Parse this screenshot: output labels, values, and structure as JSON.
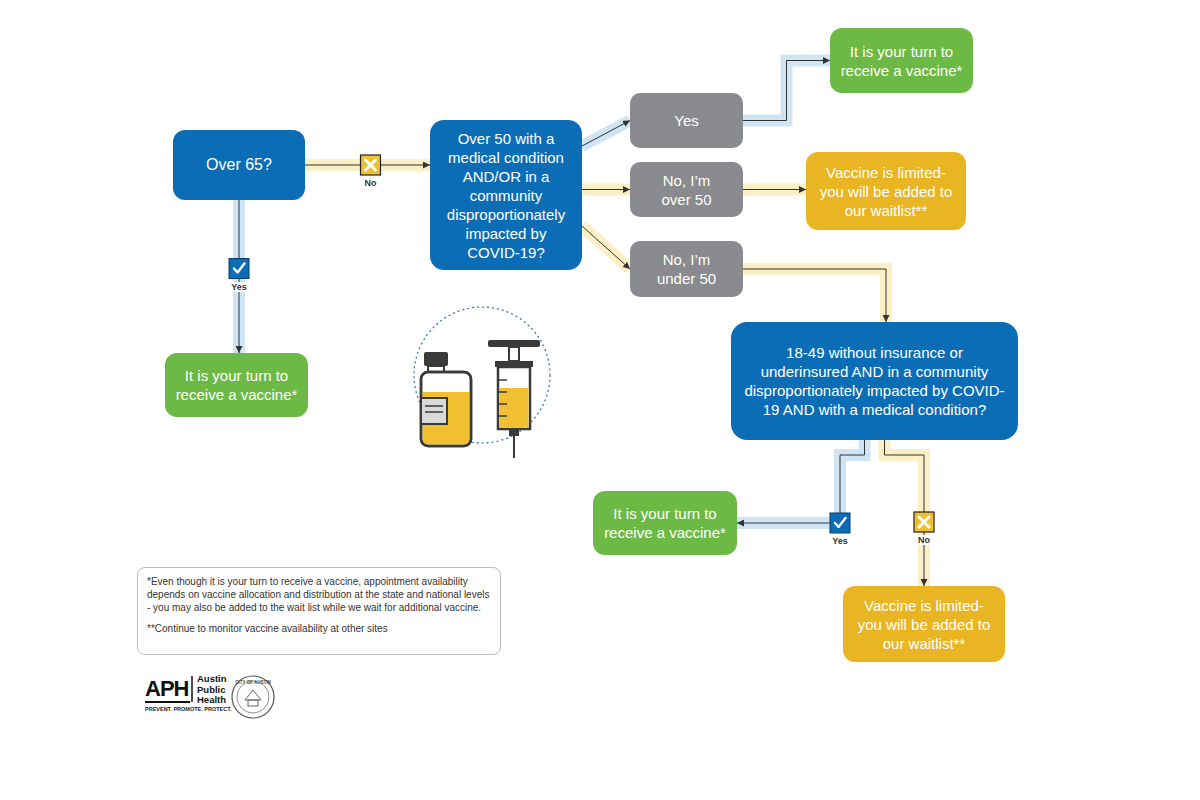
{
  "diagram": {
    "nodes": [
      {
        "text": [
          "Over 65?"
        ]
      },
      {
        "text": [
          "Over 50 with a medical condition AND/OR in a community disproportionately impacted by COVID-19?"
        ]
      },
      {
        "text": [
          "Yes"
        ]
      },
      {
        "text": [
          "It is your turn to receive a vaccine*"
        ]
      },
      {
        "text": [
          "No, I’m over 50"
        ]
      },
      {
        "text": [
          "Vaccine is limited- you will be added to our waitlist**"
        ]
      },
      {
        "text": [
          "No, I’m under 50"
        ]
      },
      {
        "text": [
          "It is your turn to receive a vaccine*"
        ]
      },
      {
        "text": [
          "18-49 without insurance or underinsured AND in a community disproportionately impacted by COVID-19 AND with a medical condition?"
        ]
      },
      {
        "text": [
          "It is your turn to receive a vaccine*"
        ]
      },
      {
        "text": [
          "Vaccine is limited- you will be added to our waitlist**"
        ]
      },
      {
        "text": [
          "*Even though it is your turn to receive a vaccine, appointment availability depends on vaccine allocation and distribution at the state and national levels - you may also be added to the wait list while we wait for additional vaccine.",
          "**Continue to monitor vaccine availability at other sites"
        ]
      }
    ],
    "edges": [
      {
        "from": 0,
        "to": 1,
        "label": "No",
        "arrow": "to"
      },
      {
        "from": 0,
        "to": 7,
        "label": "Yes",
        "arrow": "to"
      },
      {
        "from": 1,
        "to": 2,
        "arrow": "to"
      },
      {
        "from": 1,
        "to": 4,
        "arrow": "to"
      },
      {
        "from": 1,
        "to": 6,
        "arrow": "to"
      },
      {
        "from": 2,
        "to": 3,
        "arrow": "to"
      },
      {
        "from": 4,
        "to": 5,
        "arrow": "to"
      },
      {
        "from": 6,
        "to": 8,
        "arrow": "to"
      },
      {
        "from": 8,
        "to": 9,
        "label": "Yes",
        "arrow": "to"
      },
      {
        "from": 8,
        "to": 10,
        "label": "No",
        "arrow": "to"
      }
    ],
    "labels": [
      "APH",
      "Austin Public Health",
      "PREVENT. PROMOTE. PROTECT.",
      "CITY OF AUSTIN"
    ]
  }
}
